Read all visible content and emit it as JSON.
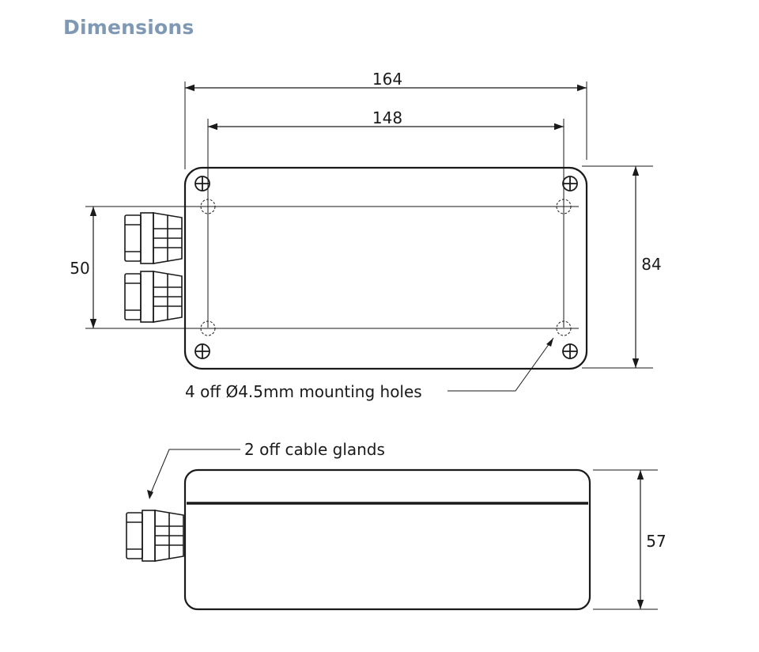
{
  "title": "Dimensions",
  "dimensions": {
    "overall_width": "164",
    "hole_spacing_width": "148",
    "hole_spacing_height": "50",
    "overall_height": "84",
    "depth": "57"
  },
  "annotations": {
    "mounting_holes": "4 off Ø4.5mm mounting holes",
    "cable_glands": "2 off cable glands"
  },
  "colors": {
    "title": "#7f98b3",
    "line": "#1a1a1a"
  }
}
